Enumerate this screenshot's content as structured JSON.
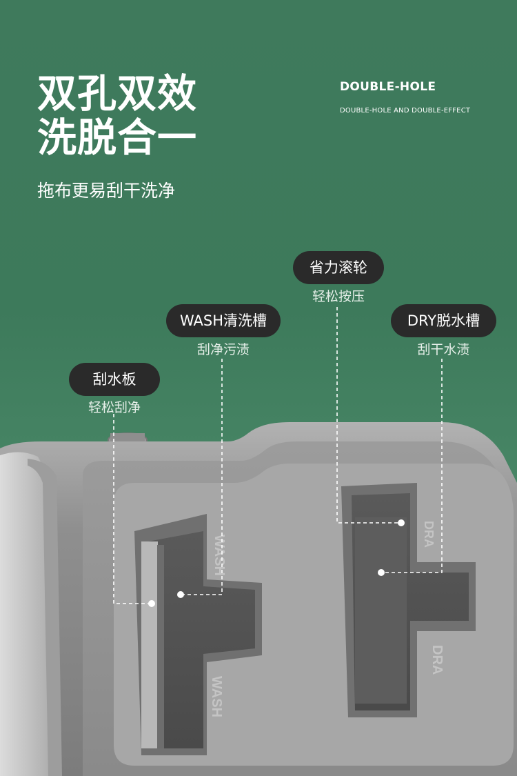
{
  "headline": {
    "line1": "双孔双效",
    "line2": "洗脱合一"
  },
  "subheadline": "拖布更易刮干洗净",
  "english": {
    "title": "DOUBLE-HOLE",
    "subtitle": "DOUBLE-HOLE AND DOUBLE-EFFECT"
  },
  "callouts": [
    {
      "label": "刮水板",
      "caption": "轻松刮净"
    },
    {
      "label": "WASH清洗槽",
      "caption": "刮净污渍"
    },
    {
      "label": "省力滚轮",
      "caption": "轻松按压"
    },
    {
      "label": "DRY脱水槽",
      "caption": "刮干水渍"
    }
  ],
  "embossed": {
    "wash": "WASH",
    "dry": "DRA"
  },
  "colors": {
    "background": "#3f7a5c",
    "pill": "#2a2a2a",
    "bucket": "#8a8a8a"
  }
}
